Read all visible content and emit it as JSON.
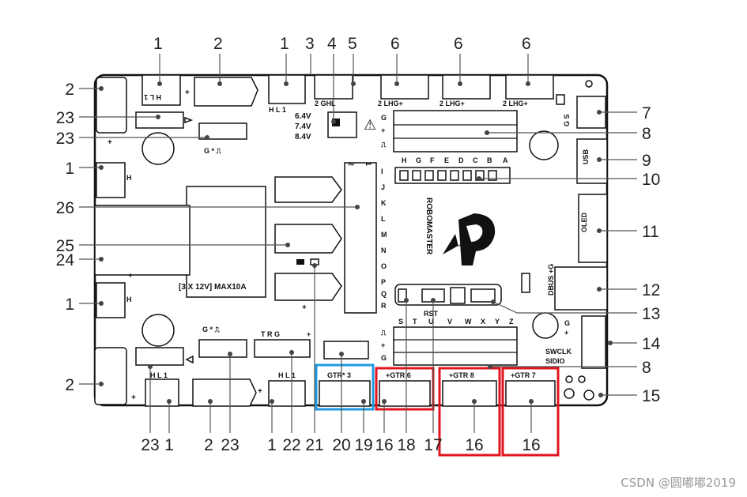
{
  "title": "",
  "watermark": "CSDN @圆嘟嘟2019",
  "callouts_top": [
    "1",
    "2",
    "1",
    "3",
    "4",
    "5",
    "6",
    "6",
    "6"
  ],
  "callouts_right": [
    "7",
    "8",
    "9",
    "10",
    "11",
    "12",
    "13",
    "14",
    "8",
    "15"
  ],
  "callouts_left": [
    "2",
    "23",
    "23",
    "1",
    "26",
    "25",
    "24",
    "1",
    "2"
  ],
  "callouts_bottom": [
    "23",
    "1",
    "2",
    "23",
    "1",
    "22",
    "21",
    "20",
    "19",
    "16",
    "18",
    "17",
    "16",
    "16"
  ],
  "silk": {
    "hl1": "H L 1",
    "ghl2": "GHL 2",
    "lhg2": "LHG 2",
    "voltage": [
      "6.4V",
      "7.4V",
      "8.4V"
    ],
    "g_star": "G  *  ⎍",
    "port_letters_top": [
      "H",
      "G",
      "F",
      "E",
      "D",
      "C",
      "B",
      "A"
    ],
    "port_letters_col": [
      "I",
      "J",
      "K",
      "L",
      "M",
      "N",
      "O",
      "P",
      "Q",
      "R"
    ],
    "port_letters_bottom": [
      "S",
      "T",
      "U",
      "V",
      "W",
      "X",
      "Y",
      "Z"
    ],
    "brand": "ROBOMASTER",
    "usb": "USB",
    "oled": "OLED",
    "dbus": "DBUS",
    "rst": "RST",
    "swclk": "SWCLK",
    "sidio": "SIDIO",
    "power_spec": "[3 X 12V] MAX10A",
    "trg": "T R G",
    "gtr3": "GTR* 3",
    "gtr6": "+GTR 6",
    "gtr8": "+GTR 8",
    "gtr7": "+GTR 7",
    "g_s": "G S",
    "g_plus": "G+"
  },
  "colors": {
    "highlight_blue": "#1e9be0",
    "highlight_red": "#e0141e",
    "board": "#111111"
  }
}
